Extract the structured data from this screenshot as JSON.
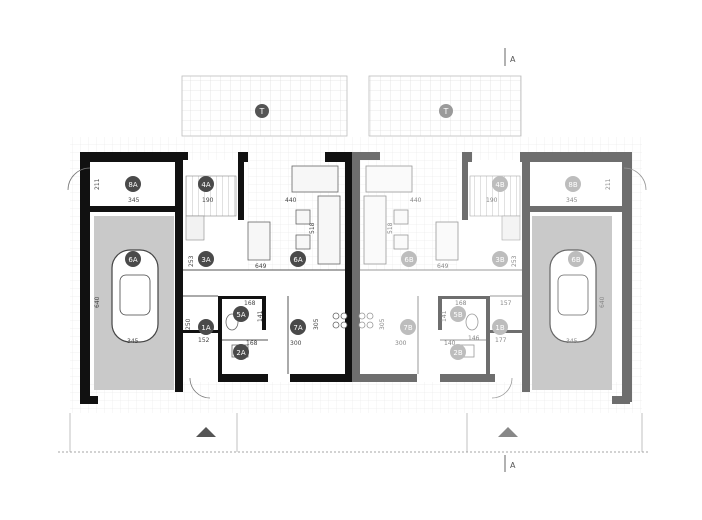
{
  "terrace_marks": [
    "T",
    "T"
  ],
  "section_marks": [
    "A",
    "A"
  ],
  "rooms": {
    "r8A": "8A",
    "r4A": "4A",
    "r6A_garage": "6A",
    "r3A": "3A",
    "r6A": "6A",
    "r5A": "5A",
    "r1A": "1A",
    "r7A": "7A",
    "r2A": "2A",
    "r8B": "8B",
    "r4B": "4B",
    "r6B_garage": "6B",
    "r3B": "3B",
    "r6B": "6B",
    "r5B": "5B",
    "r1B": "1B",
    "r7B": "7B",
    "r2B": "2B"
  },
  "dimensions": {
    "a_345_top": "345",
    "a_211": "211",
    "a_190": "190",
    "a_440": "440",
    "a_518": "518",
    "a_649": "649",
    "a_253": "253",
    "a_640": "640",
    "a_345_garage": "345",
    "a_168": "168",
    "a_141": "141",
    "a_250": "250",
    "a_152": "152",
    "a_305": "305",
    "a_300": "300",
    "a_168b": "168",
    "b_345_top": "345",
    "b_211": "211",
    "b_190": "190",
    "b_440": "440",
    "b_518": "518",
    "b_649": "649",
    "b_253": "253",
    "b_640": "640",
    "b_345_garage": "345",
    "b_168": "168",
    "b_141": "141",
    "b_157": "157",
    "b_177": "177",
    "b_305": "305",
    "b_300": "300",
    "b_140": "140",
    "b_146": "146"
  },
  "colors": {
    "wall_left": "#111111",
    "wall_right": "#6e6e6e",
    "garage_fill": "#c9c9c9",
    "grid": "#d4d4d4",
    "badge_left": "#4a4a4a",
    "badge_right": "#bdbdbd"
  }
}
